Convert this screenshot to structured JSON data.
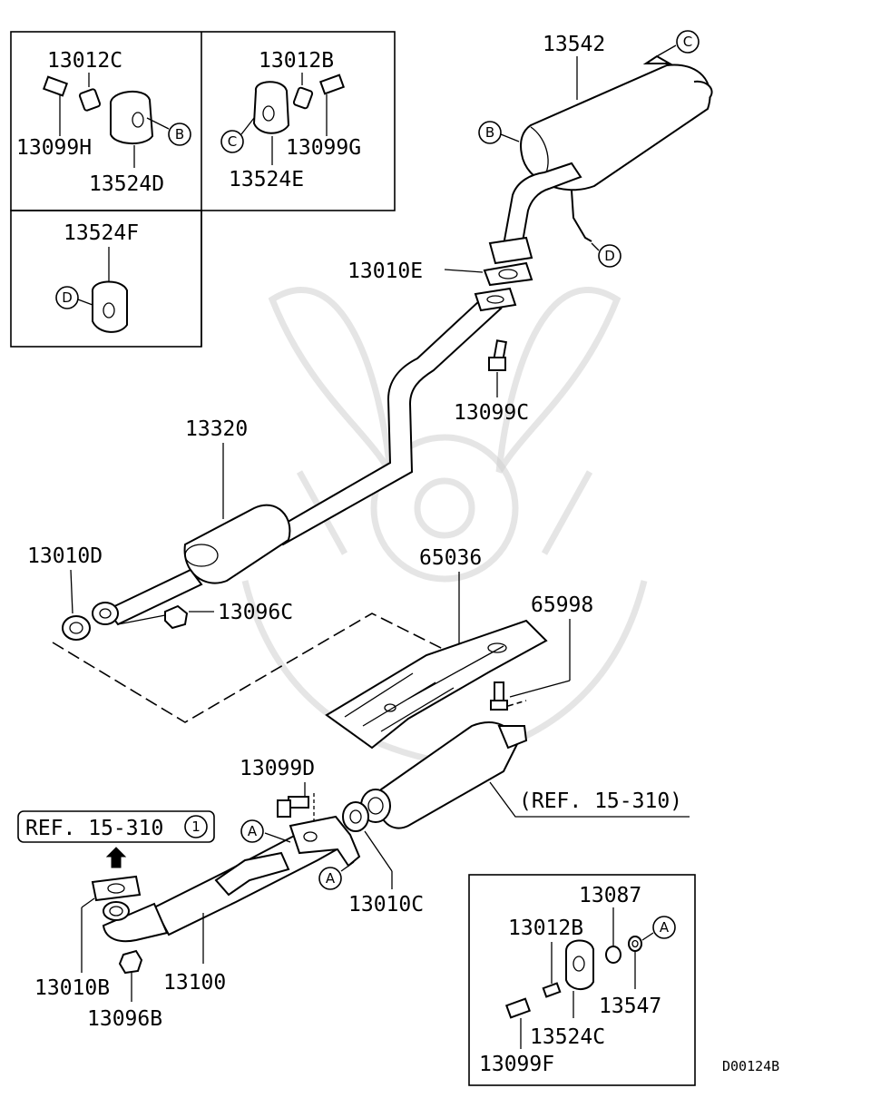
{
  "diagram_code": "D00124B",
  "inset_boxes": [
    {
      "id": "box-13524D",
      "parts": [
        "13012C",
        "13099H",
        "13524D"
      ],
      "ref_letter": "B"
    },
    {
      "id": "box-13524E",
      "parts": [
        "13012B",
        "13099G",
        "13524E"
      ],
      "ref_letter": "C"
    },
    {
      "id": "box-13524F",
      "parts": [
        "13524F"
      ],
      "ref_letter": "D"
    },
    {
      "id": "box-13524C",
      "parts": [
        "13087",
        "13012B",
        "13547",
        "13524C",
        "13099F"
      ],
      "ref_letter": "A"
    }
  ],
  "labels": {
    "p13012C": "13012C",
    "p13099H": "13099H",
    "p13524D": "13524D",
    "p13012B_top": "13012B",
    "p13099G": "13099G",
    "p13524E": "13524E",
    "p13524F": "13524F",
    "p13542": "13542",
    "p13010E": "13010E",
    "p13099C": "13099C",
    "p13320": "13320",
    "p13010D": "13010D",
    "p13096C": "13096C",
    "p65036": "65036",
    "p65998": "65998",
    "p13099D": "13099D",
    "p13010C": "13010C",
    "p13010B": "13010B",
    "p13100": "13100",
    "p13096B": "13096B",
    "p13087": "13087",
    "p13012B_box": "13012B",
    "p13547": "13547",
    "p13524C": "13524C",
    "p13099F": "13099F"
  },
  "refs": {
    "ref_right": "(REF. 15-310)",
    "ref_left": "REF. 15-310",
    "ref_left_circle": "1"
  },
  "letters": {
    "A": "A",
    "B": "B",
    "C": "C",
    "D": "D"
  }
}
